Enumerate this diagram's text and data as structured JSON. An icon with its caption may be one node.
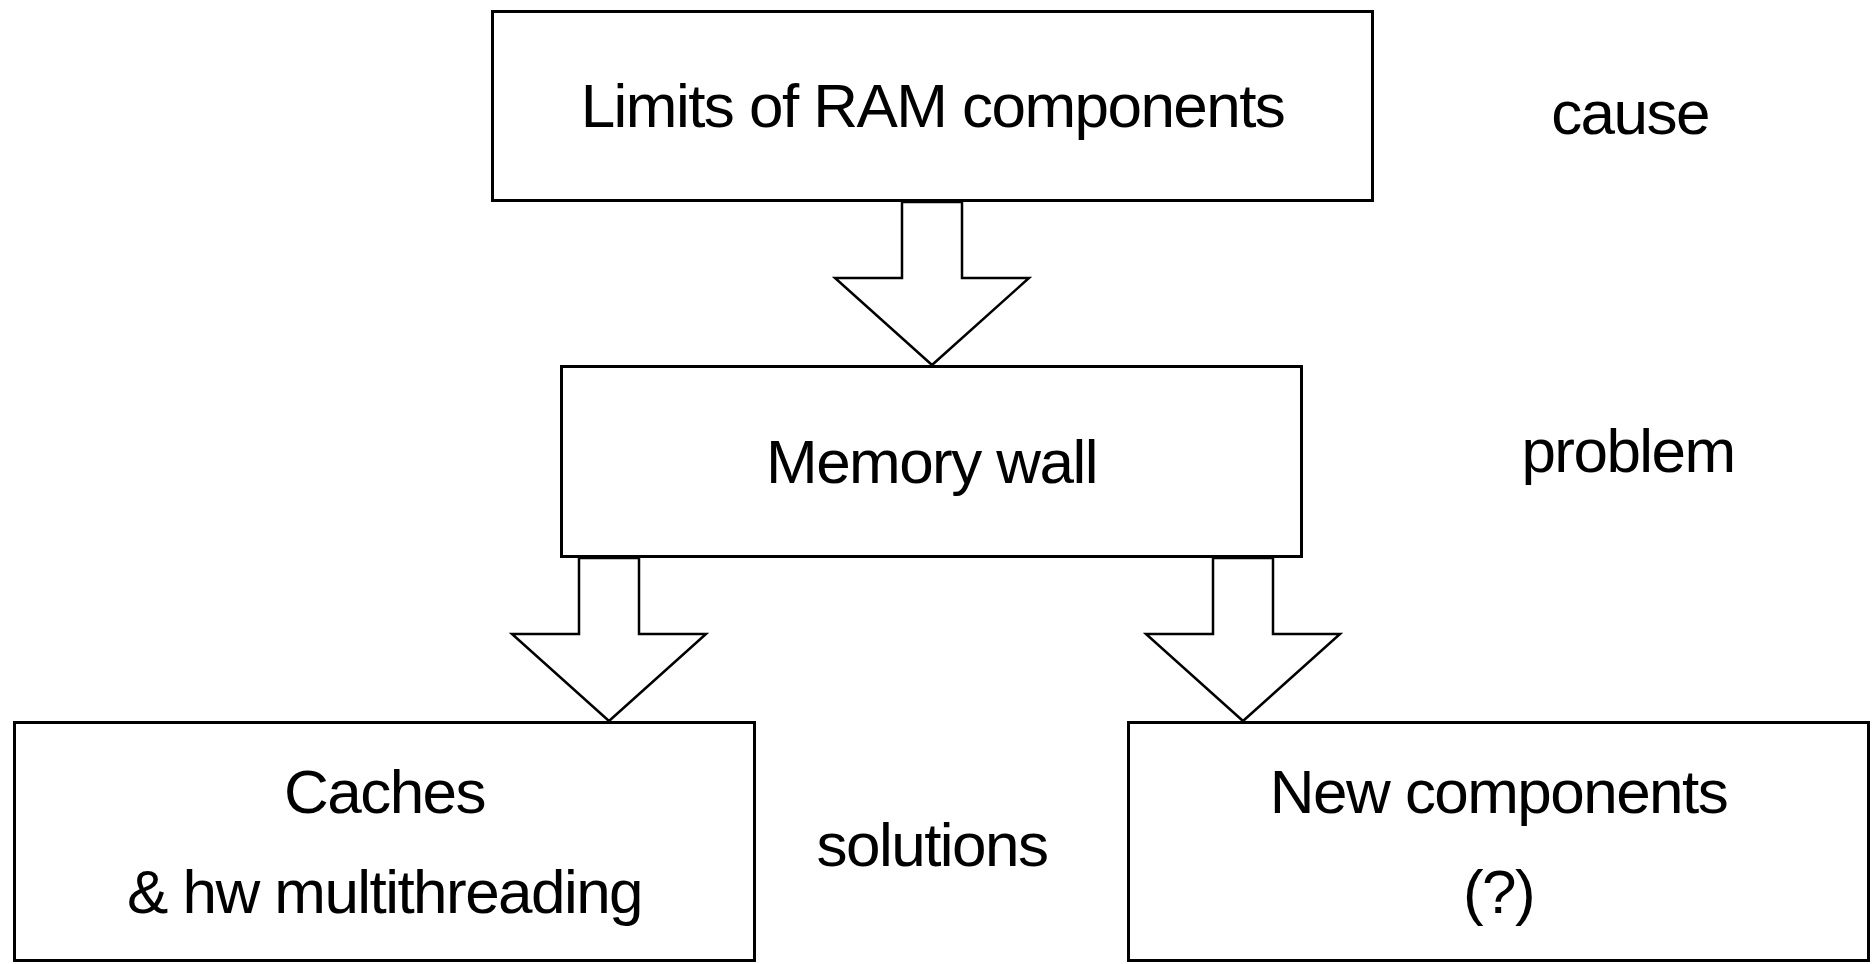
{
  "diagram": {
    "nodes": [
      {
        "text": [
          "Limits of RAM components"
        ],
        "beside": [
          "cause"
        ]
      },
      {
        "text": [
          "Memory wall"
        ],
        "beside": [
          "problem"
        ]
      },
      {
        "text": [
          "Caches",
          "& hw multithreading"
        ]
      },
      {
        "text": [
          "New components",
          "(?)"
        ]
      }
    ],
    "edges": [
      {
        "from": 0,
        "to": 1,
        "arrow": "to"
      },
      {
        "from": 1,
        "to": 2,
        "arrow": "to"
      },
      {
        "from": 1,
        "to": 3,
        "arrow": "to"
      }
    ],
    "labels": [
      "solutions"
    ]
  }
}
